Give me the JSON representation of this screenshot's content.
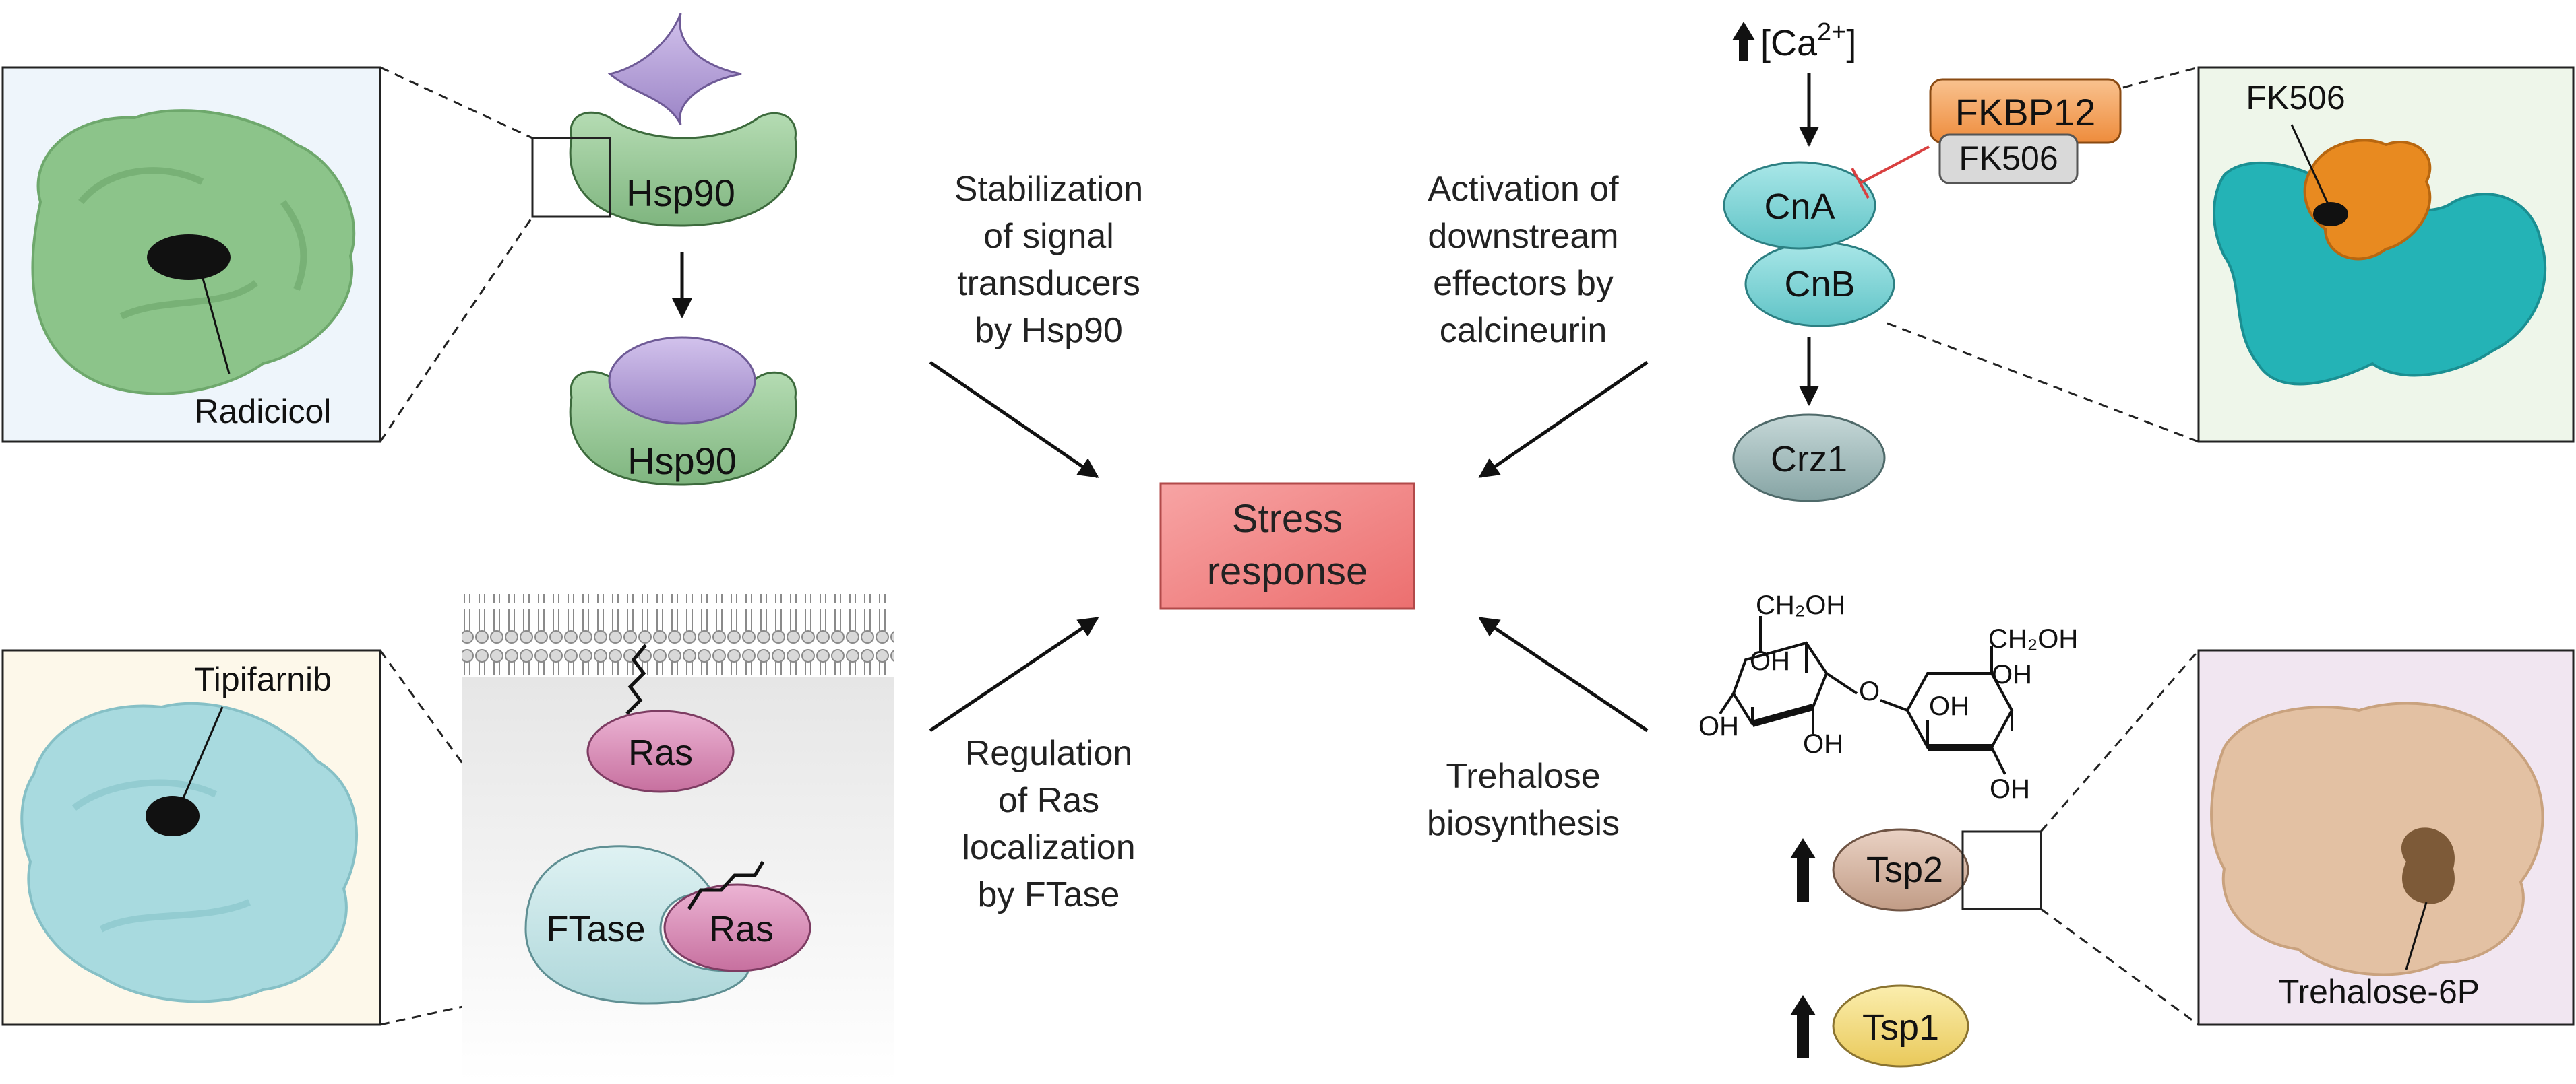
{
  "center": {
    "line1": "Stress",
    "line2": "response"
  },
  "pathways": {
    "hsp90": {
      "lines": [
        "Stabilization",
        "of signal",
        "transducers",
        "by Hsp90"
      ]
    },
    "calcineurin": {
      "lines": [
        "Activation of",
        "downstream",
        "effectors by",
        "calcineurin"
      ]
    },
    "ras": {
      "lines": [
        "Regulation",
        "of Ras",
        "localization",
        "by FTase"
      ]
    },
    "trehalose": {
      "lines": [
        "Trehalose",
        "biosynthesis"
      ]
    }
  },
  "hsp90_panel": {
    "protein_top": "Hsp90",
    "protein_bottom": "Hsp90",
    "structure_label": "Radicicol"
  },
  "calcineurin_panel": {
    "ca_label": "[Ca",
    "ca_superscript": "2+",
    "ca_close": "]",
    "cna": "CnA",
    "cnb": "CnB",
    "crz1": "Crz1",
    "fkbp12": "FKBP12",
    "fk506": "FK506",
    "structure_label": "FK506"
  },
  "ras_panel": {
    "ras_top": "Ras",
    "ftase": "FTase",
    "ras_bound": "Ras",
    "structure_label": "Tipifarnib"
  },
  "trehalose_panel": {
    "ch2oh_left": "CH₂OH",
    "ch2oh_right": "CH₂OH",
    "oh_labels": [
      "OH",
      "OH",
      "OH",
      "OH",
      "OH",
      "OH"
    ],
    "o_link": "O",
    "tsp2": "Tsp2",
    "tsp1": "Tsp1",
    "structure_label": "Trehalose-6P"
  },
  "colors": {
    "hsp90_green": "#93c493",
    "client_purple": "#b49ed6",
    "calcineurin_teal": "#7fd3d6",
    "crz1_gray": "#9fb9b9",
    "fkbp12_orange": "#f5a15a",
    "fk506_gray": "#d9d9d9",
    "ras_pink": "#d68ab4",
    "ftase_blue": "#c2e4e6",
    "tsp2_tan": "#d6b5a2",
    "tsp1_yellow": "#f4dd7c",
    "stress_red": "#f27c7c"
  }
}
